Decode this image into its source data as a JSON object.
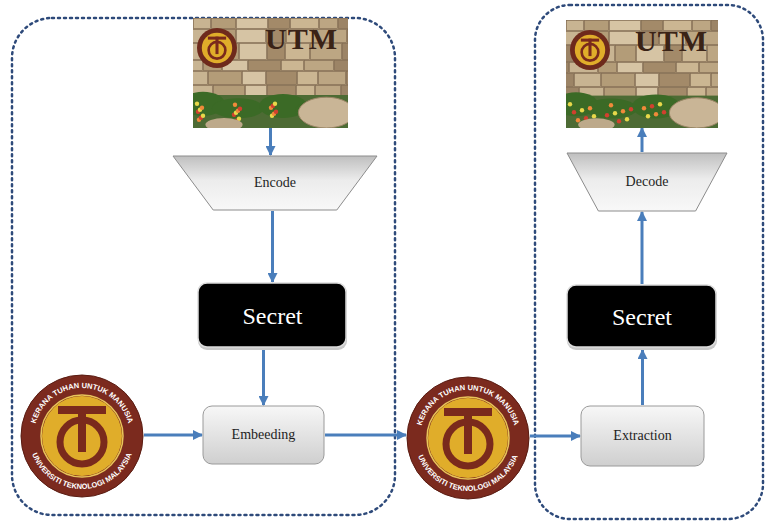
{
  "diagram": {
    "nodes": [
      {
        "text": [
          "UTM"
        ]
      },
      {
        "text": [
          "Encode"
        ]
      },
      {
        "text": [
          "Secret"
        ]
      },
      {
        "text": [
          "KERANA TUHAN UNTUK MANUSIA",
          "UNIVERSITI TEKNOLOGI MALAYSIA"
        ]
      },
      {
        "text": [
          "Embeeding"
        ]
      },
      {
        "text": [
          "KERANA TUHAN UNTUK MANUSIA",
          "UNIVERSITI TEKNOLOGI MALAYSIA"
        ]
      },
      {
        "text": [
          "UTM"
        ]
      },
      {
        "text": [
          "Decode"
        ]
      },
      {
        "text": [
          "Secret"
        ]
      },
      {
        "text": [
          "Extraction"
        ]
      }
    ],
    "edges": [
      {
        "from": 0,
        "to": 1,
        "arrow": "to"
      },
      {
        "from": 1,
        "to": 2,
        "arrow": "to"
      },
      {
        "from": 2,
        "to": 4,
        "arrow": "to"
      },
      {
        "from": 3,
        "to": 4,
        "arrow": "to"
      },
      {
        "from": 4,
        "to": 5,
        "arrow": "to"
      },
      {
        "from": 5,
        "to": 9,
        "arrow": "to"
      },
      {
        "from": 9,
        "to": 8,
        "arrow": "to"
      },
      {
        "from": 8,
        "to": 7,
        "arrow": "to"
      },
      {
        "from": 7,
        "to": 6,
        "arrow": "to"
      }
    ]
  }
}
